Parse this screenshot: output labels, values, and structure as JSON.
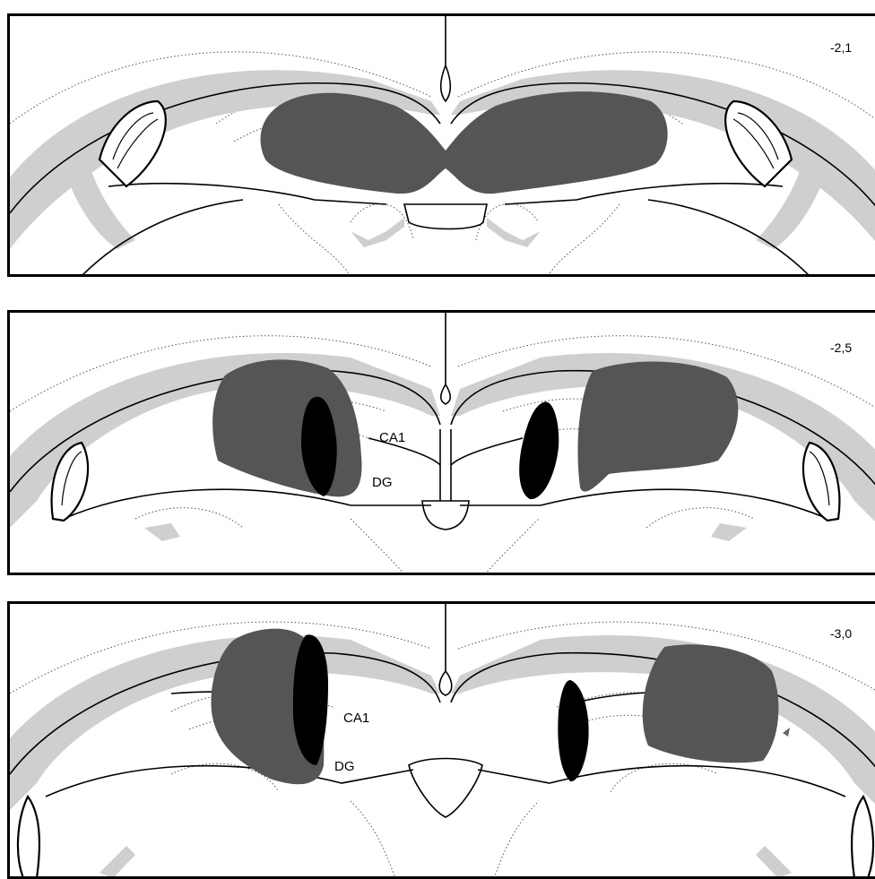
{
  "panels": [
    {
      "coordinate": "-2,1"
    },
    {
      "coordinate": "-2,5",
      "labels": {
        "ca1": "CA1",
        "dg": "DG"
      }
    },
    {
      "coordinate": "-3,0",
      "labels": {
        "ca1": "CA1",
        "dg": "DG"
      }
    }
  ],
  "colors": {
    "lesion_dark": "#555555",
    "lesion_black": "#000000",
    "white_matter": "#cfcfcf",
    "outline": "#000000"
  }
}
